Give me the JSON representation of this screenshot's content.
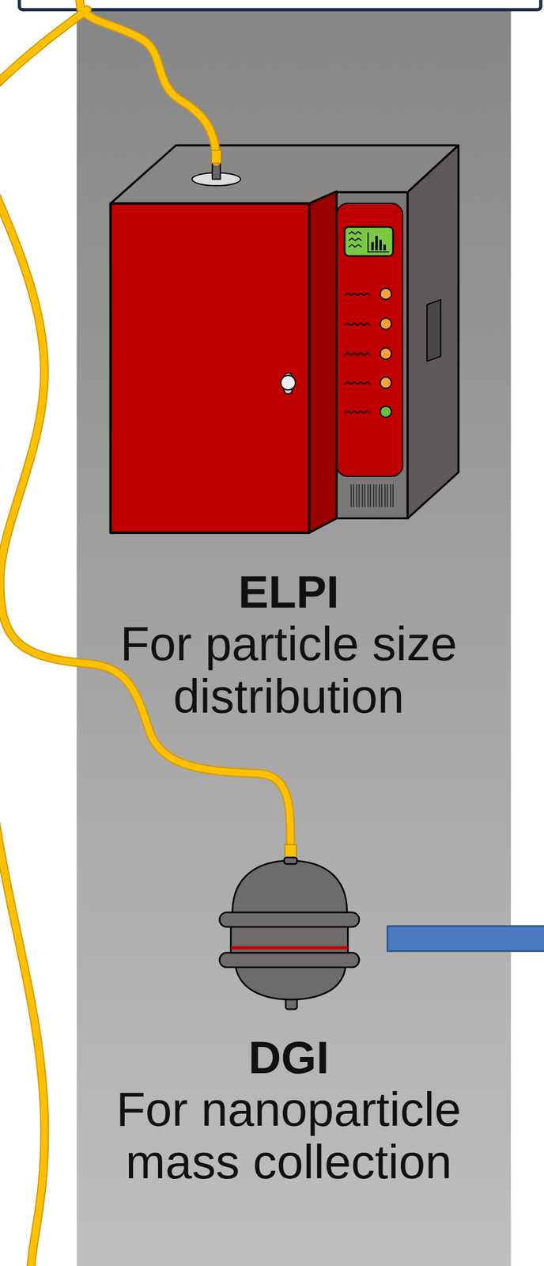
{
  "diagram": {
    "nodes": [
      {
        "text": [
          "ELPI",
          "For particle size distribution"
        ]
      },
      {
        "text": [
          "DGI",
          "For nanoparticle mass collection"
        ]
      }
    ]
  }
}
